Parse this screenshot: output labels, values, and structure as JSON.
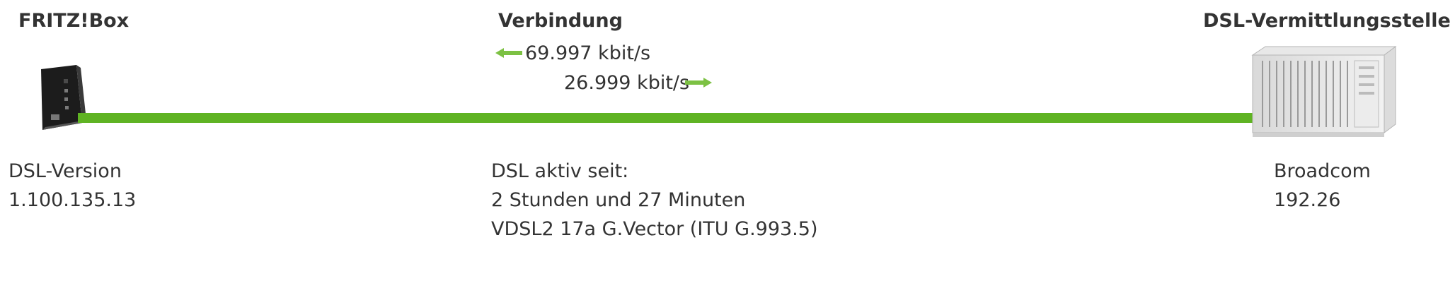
{
  "fritzbox": {
    "title": "FRITZ!Box",
    "version_label": "DSL-Version",
    "version_value": "1.100.135.13"
  },
  "connection": {
    "title": "Verbindung",
    "downstream": "69.997 kbit/s",
    "upstream": "26.999 kbit/s",
    "active_label": "DSL aktiv seit:",
    "active_duration": "2 Stunden und 27 Minuten",
    "mode": "VDSL2 17a G.Vector (ITU G.993.5)"
  },
  "exchange": {
    "title": "DSL-Vermittlungsstelle",
    "vendor": "Broadcom",
    "version": "192.26"
  },
  "colors": {
    "line": "#5fb323",
    "arrow": "#7cc143"
  },
  "icons": {
    "fritzbox": "fritzbox-router-icon",
    "exchange": "dsl-exchange-rack-icon",
    "downstream": "arrow-left-icon",
    "upstream": "arrow-right-icon"
  }
}
